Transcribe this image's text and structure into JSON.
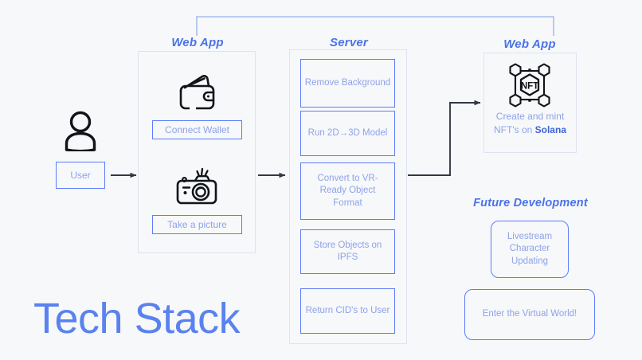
{
  "page": {
    "title": "Tech Stack",
    "background": "#f7f8fa",
    "accent_blue": "#5c7cfa",
    "title_blue": "#5a82ef",
    "muted_blue": "#8ea2e8",
    "header_blue": "#4a73e8"
  },
  "sections": {
    "web_app_left": {
      "header": "Web App"
    },
    "server": {
      "header": "Server"
    },
    "web_app_right": {
      "header": "Web App"
    },
    "future": {
      "header": "Future Development"
    }
  },
  "user": {
    "icon": "person-icon",
    "label": "User"
  },
  "web_app_left_items": [
    {
      "icon": "wallet-icon",
      "label": "Connect Wallet"
    },
    {
      "icon": "camera-icon",
      "label": "Take a picture"
    }
  ],
  "server_steps": [
    {
      "label": "Remove Background"
    },
    {
      "label": "Run 2D→3D Model"
    },
    {
      "label": "Convert to VR-Ready Object Format"
    },
    {
      "label": "Store Objects on IPFS"
    },
    {
      "label": "Return CID's to User"
    }
  ],
  "web_app_right": {
    "icon": "nft-network-icon",
    "icon_label": "NFT",
    "caption_line1": "Create and mint",
    "caption_line2_prefix": "NFT's on ",
    "caption_line2_strong": "Solana"
  },
  "future_items": [
    {
      "label": "Livestream Character Updating"
    },
    {
      "label": "Enter the Virtual World!"
    }
  ],
  "connectors": [
    {
      "name": "user-to-webapp-arrow",
      "style": "dark-arrow"
    },
    {
      "name": "webapp-to-server-arrow",
      "style": "dark-arrow"
    },
    {
      "name": "server-to-nft-elbow-arrow",
      "style": "dark-elbow-arrow"
    },
    {
      "name": "nft-back-to-webapp-bracket",
      "style": "light-blue-bracket"
    }
  ]
}
